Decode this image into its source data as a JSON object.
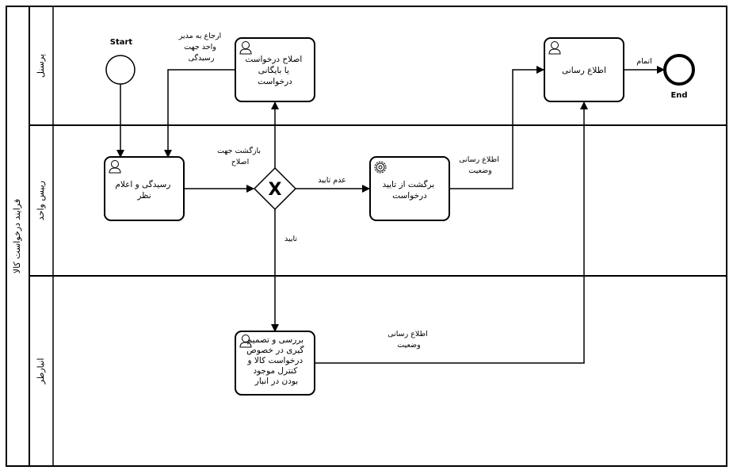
{
  "pool": {
    "label": "فرایند درخواست کالا"
  },
  "lanes": [
    {
      "id": "lane1",
      "label": "پرسنل"
    },
    {
      "id": "lane2",
      "label": "رییس واحد"
    },
    {
      "id": "lane3",
      "label": "انبارطر"
    }
  ],
  "events": {
    "start": {
      "label": "Start"
    },
    "end": {
      "label": "End"
    }
  },
  "tasks": {
    "fix_request": {
      "lines": [
        "اصلاح درخواست",
        "یا بایگانی",
        "درخواست"
      ],
      "icon": "user-icon"
    },
    "notify": {
      "lines": [
        "اطلاع رسانی"
      ],
      "icon": "user-icon"
    },
    "review": {
      "lines": [
        "رسیدگی و اعلام",
        "نظر"
      ],
      "icon": "user-icon"
    },
    "return": {
      "lines": [
        "برگشت از تایید",
        "درخواست"
      ],
      "icon": "gear-icon"
    },
    "warehouse": {
      "lines": [
        "بررسی و تصمیم",
        "گیری در خصوص",
        "درخواست کالا و",
        "کنترل موجود",
        "بودن در انبار"
      ],
      "icon": "user-icon"
    }
  },
  "gateway": {
    "symbol": "X",
    "icon": "exclusive-gateway-icon"
  },
  "flow_labels": {
    "refer": [
      "ارجاع به مدیر",
      "واحد جهت",
      "رسیدگی"
    ],
    "back_fix": [
      "بازگشت جهت",
      "اصلاح"
    ],
    "not_approve": [
      "عدم تایید"
    ],
    "approve": [
      "تایید"
    ],
    "notify_status_top": [
      "اطلاع رسانی",
      "وضعیت"
    ],
    "notify_status_bottom": [
      "اطلاع رسانی",
      "وضعیت"
    ],
    "finish": [
      "اتمام"
    ]
  }
}
